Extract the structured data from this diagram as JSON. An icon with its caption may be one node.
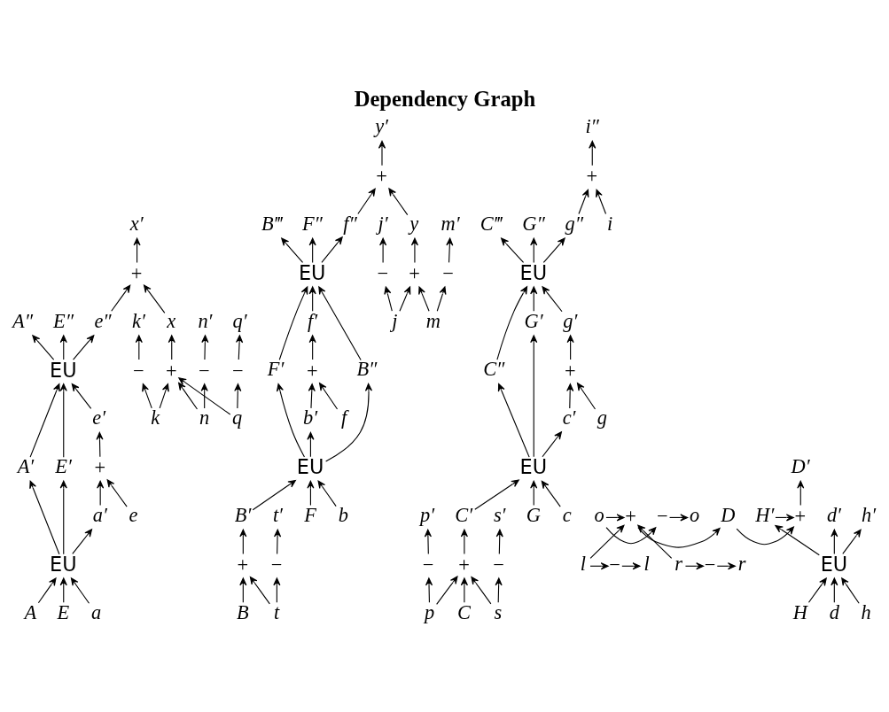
{
  "diagram": {
    "title": "Dependency Graph",
    "nodes": [
      {
        "text": [
          "x′"
        ]
      },
      {
        "text": [
          "y′"
        ]
      },
      {
        "text": [
          "i″"
        ]
      },
      {
        "text": [
          "A″"
        ]
      },
      {
        "text": [
          "E″"
        ]
      },
      {
        "text": [
          "e″"
        ]
      },
      {
        "text": [
          "+"
        ]
      },
      {
        "text": [
          "B‴"
        ]
      },
      {
        "text": [
          "F″"
        ]
      },
      {
        "text": [
          "f″"
        ]
      },
      {
        "text": [
          "+"
        ]
      },
      {
        "text": [
          "C‴"
        ]
      },
      {
        "text": [
          "G″"
        ]
      },
      {
        "text": [
          "g″"
        ]
      },
      {
        "text": [
          "+"
        ]
      },
      {
        "text": [
          "EU"
        ]
      },
      {
        "text": [
          "e′"
        ]
      },
      {
        "text": [
          "EU"
        ]
      },
      {
        "text": [
          "f′"
        ]
      },
      {
        "text": [
          "EU"
        ]
      },
      {
        "text": [
          "g′"
        ]
      },
      {
        "text": [
          "A′"
        ]
      },
      {
        "text": [
          "E′"
        ]
      },
      {
        "text": [
          "a′"
        ]
      },
      {
        "text": [
          "+"
        ]
      },
      {
        "text": [
          "B″"
        ]
      },
      {
        "text": [
          "F′"
        ]
      },
      {
        "text": [
          "b′"
        ]
      },
      {
        "text": [
          "+"
        ]
      },
      {
        "text": [
          "C″"
        ]
      },
      {
        "text": [
          "G′"
        ]
      },
      {
        "text": [
          "c′"
        ]
      },
      {
        "text": [
          "+"
        ]
      },
      {
        "text": [
          "EU"
        ]
      },
      {
        "text": [
          "x"
        ]
      },
      {
        "text": [
          "EU"
        ]
      },
      {
        "text": [
          "y"
        ]
      },
      {
        "text": [
          "EU"
        ]
      },
      {
        "text": [
          "A"
        ]
      },
      {
        "text": [
          "E"
        ]
      },
      {
        "text": [
          "a"
        ]
      },
      {
        "text": [
          "e"
        ]
      },
      {
        "text": [
          "+"
        ]
      },
      {
        "text": [
          "B′"
        ]
      },
      {
        "text": [
          "F"
        ]
      },
      {
        "text": [
          "b"
        ]
      },
      {
        "text": [
          "f"
        ]
      },
      {
        "text": [
          "+"
        ]
      },
      {
        "text": [
          "C′"
        ]
      },
      {
        "text": [
          "G"
        ]
      },
      {
        "text": [
          "c"
        ]
      },
      {
        "text": [
          "g"
        ]
      },
      {
        "text": [
          "i"
        ]
      },
      {
        "text": [
          "k"
        ]
      },
      {
        "text": [
          "n"
        ]
      },
      {
        "text": [
          "q"
        ]
      },
      {
        "text": [
          "+"
        ]
      },
      {
        "text": [
          "t"
        ]
      },
      {
        "text": [
          "j"
        ]
      },
      {
        "text": [
          "m"
        ]
      },
      {
        "text": [
          "p"
        ]
      },
      {
        "text": [
          "+"
        ]
      },
      {
        "text": [
          "s"
        ]
      },
      {
        "text": [
          "−"
        ]
      },
      {
        "text": [
          "−"
        ]
      },
      {
        "text": [
          "−"
        ]
      },
      {
        "text": [
          "B"
        ]
      },
      {
        "text": [
          "−"
        ]
      },
      {
        "text": [
          "−"
        ]
      },
      {
        "text": [
          "−"
        ]
      },
      {
        "text": [
          "−"
        ]
      },
      {
        "text": [
          "C"
        ]
      },
      {
        "text": [
          "−"
        ]
      },
      {
        "text": [
          "k′"
        ]
      },
      {
        "text": [
          "n′"
        ]
      },
      {
        "text": [
          "q′"
        ]
      },
      {
        "text": [
          "t′"
        ]
      },
      {
        "text": [
          "j′"
        ]
      },
      {
        "text": [
          "m′"
        ]
      },
      {
        "text": [
          "p′"
        ]
      },
      {
        "text": [
          "s′"
        ]
      },
      {
        "text": [
          "l"
        ]
      },
      {
        "text": [
          "−"
        ]
      },
      {
        "text": [
          "l"
        ]
      },
      {
        "text": [
          "D′"
        ]
      },
      {
        "text": [
          "o"
        ]
      },
      {
        "text": [
          "−"
        ]
      },
      {
        "text": [
          "o"
        ]
      },
      {
        "text": [
          "+"
        ]
      },
      {
        "text": [
          "D"
        ]
      },
      {
        "text": [
          "+"
        ]
      },
      {
        "text": [
          "H′"
        ]
      },
      {
        "text": [
          "d′"
        ]
      },
      {
        "text": [
          "h′"
        ]
      },
      {
        "text": [
          "r"
        ]
      },
      {
        "text": [
          "−"
        ]
      },
      {
        "text": [
          "r"
        ]
      },
      {
        "text": [
          "EU"
        ]
      },
      {
        "text": [
          "H"
        ]
      },
      {
        "text": [
          "d"
        ]
      },
      {
        "text": [
          "h"
        ]
      }
    ],
    "edges": [
      {
        "from": 38,
        "to": 33,
        "arrow": "to"
      },
      {
        "from": 39,
        "to": 33,
        "arrow": "to"
      },
      {
        "from": 40,
        "to": 33,
        "arrow": "to"
      },
      {
        "from": 33,
        "to": 21,
        "arrow": "to"
      },
      {
        "from": 33,
        "to": 22,
        "arrow": "to"
      },
      {
        "from": 33,
        "to": 23,
        "arrow": "to"
      },
      {
        "from": 21,
        "to": 15,
        "arrow": "to"
      },
      {
        "from": 22,
        "to": 15,
        "arrow": "to"
      },
      {
        "from": 16,
        "to": 15,
        "arrow": "to"
      },
      {
        "from": 15,
        "to": 3,
        "arrow": "to"
      },
      {
        "from": 15,
        "to": 4,
        "arrow": "to"
      },
      {
        "from": 15,
        "to": 5,
        "arrow": "to"
      },
      {
        "from": 23,
        "to": 24,
        "arrow": "to"
      },
      {
        "from": 41,
        "to": 24,
        "arrow": "to"
      },
      {
        "from": 24,
        "to": 16,
        "arrow": "to"
      },
      {
        "from": 5,
        "to": 6,
        "arrow": "to"
      },
      {
        "from": 34,
        "to": 6,
        "arrow": "to"
      },
      {
        "from": 6,
        "to": 0,
        "arrow": "to"
      },
      {
        "from": 53,
        "to": 42,
        "arrow": "to"
      },
      {
        "from": 54,
        "to": 42,
        "arrow": "to"
      },
      {
        "from": 55,
        "to": 42,
        "arrow": "to"
      },
      {
        "from": 42,
        "to": 34,
        "arrow": "to"
      },
      {
        "from": 53,
        "to": 63,
        "arrow": "to"
      },
      {
        "from": 63,
        "to": 73,
        "arrow": "to"
      },
      {
        "from": 54,
        "to": 64,
        "arrow": "to"
      },
      {
        "from": 64,
        "to": 74,
        "arrow": "to"
      },
      {
        "from": 55,
        "to": 65,
        "arrow": "to"
      },
      {
        "from": 65,
        "to": 75,
        "arrow": "to"
      },
      {
        "from": 43,
        "to": 35,
        "arrow": "to"
      },
      {
        "from": 44,
        "to": 35,
        "arrow": "to"
      },
      {
        "from": 45,
        "to": 35,
        "arrow": "to"
      },
      {
        "from": 35,
        "to": 25,
        "arrow": "to"
      },
      {
        "from": 35,
        "to": 26,
        "arrow": "to"
      },
      {
        "from": 35,
        "to": 27,
        "arrow": "to"
      },
      {
        "from": 25,
        "to": 17,
        "arrow": "to"
      },
      {
        "from": 26,
        "to": 17,
        "arrow": "to"
      },
      {
        "from": 18,
        "to": 17,
        "arrow": "to"
      },
      {
        "from": 17,
        "to": 7,
        "arrow": "to"
      },
      {
        "from": 17,
        "to": 8,
        "arrow": "to"
      },
      {
        "from": 17,
        "to": 9,
        "arrow": "to"
      },
      {
        "from": 27,
        "to": 28,
        "arrow": "to"
      },
      {
        "from": 46,
        "to": 28,
        "arrow": "to"
      },
      {
        "from": 28,
        "to": 18,
        "arrow": "to"
      },
      {
        "from": 9,
        "to": 10,
        "arrow": "to"
      },
      {
        "from": 36,
        "to": 10,
        "arrow": "to"
      },
      {
        "from": 10,
        "to": 1,
        "arrow": "to"
      },
      {
        "from": 58,
        "to": 47,
        "arrow": "to"
      },
      {
        "from": 59,
        "to": 47,
        "arrow": "to"
      },
      {
        "from": 47,
        "to": 36,
        "arrow": "to"
      },
      {
        "from": 66,
        "to": 56,
        "arrow": "to"
      },
      {
        "from": 57,
        "to": 56,
        "arrow": "to"
      },
      {
        "from": 56,
        "to": 43,
        "arrow": "to"
      },
      {
        "from": 57,
        "to": 67,
        "arrow": "to"
      },
      {
        "from": 67,
        "to": 76,
        "arrow": "to"
      },
      {
        "from": 58,
        "to": 68,
        "arrow": "to"
      },
      {
        "from": 68,
        "to": 77,
        "arrow": "to"
      },
      {
        "from": 59,
        "to": 69,
        "arrow": "to"
      },
      {
        "from": 69,
        "to": 78,
        "arrow": "to"
      },
      {
        "from": 48,
        "to": 37,
        "arrow": "to"
      },
      {
        "from": 49,
        "to": 37,
        "arrow": "to"
      },
      {
        "from": 50,
        "to": 37,
        "arrow": "to"
      },
      {
        "from": 37,
        "to": 29,
        "arrow": "to"
      },
      {
        "from": 37,
        "to": 30,
        "arrow": "to"
      },
      {
        "from": 37,
        "to": 31,
        "arrow": "to"
      },
      {
        "from": 29,
        "to": 19,
        "arrow": "to"
      },
      {
        "from": 30,
        "to": 19,
        "arrow": "to"
      },
      {
        "from": 20,
        "to": 19,
        "arrow": "to"
      },
      {
        "from": 19,
        "to": 11,
        "arrow": "to"
      },
      {
        "from": 19,
        "to": 12,
        "arrow": "to"
      },
      {
        "from": 19,
        "to": 13,
        "arrow": "to"
      },
      {
        "from": 31,
        "to": 32,
        "arrow": "to"
      },
      {
        "from": 51,
        "to": 32,
        "arrow": "to"
      },
      {
        "from": 32,
        "to": 20,
        "arrow": "to"
      },
      {
        "from": 13,
        "to": 14,
        "arrow": "to"
      },
      {
        "from": 52,
        "to": 14,
        "arrow": "to"
      },
      {
        "from": 14,
        "to": 2,
        "arrow": "to"
      },
      {
        "from": 60,
        "to": 61,
        "arrow": "to"
      },
      {
        "from": 71,
        "to": 61,
        "arrow": "to"
      },
      {
        "from": 62,
        "to": 61,
        "arrow": "to"
      },
      {
        "from": 61,
        "to": 48,
        "arrow": "to"
      },
      {
        "from": 60,
        "to": 70,
        "arrow": "to"
      },
      {
        "from": 70,
        "to": 79,
        "arrow": "to"
      },
      {
        "from": 62,
        "to": 72,
        "arrow": "to"
      },
      {
        "from": 72,
        "to": 80,
        "arrow": "to"
      },
      {
        "from": 83,
        "to": 82,
        "arrow": "to"
      },
      {
        "from": 82,
        "to": 81,
        "arrow": "to"
      },
      {
        "from": 87,
        "to": 86,
        "arrow": "to"
      },
      {
        "from": 86,
        "to": 85,
        "arrow": "to"
      },
      {
        "from": 96,
        "to": 95,
        "arrow": "to"
      },
      {
        "from": 95,
        "to": 94,
        "arrow": "to"
      },
      {
        "from": 83,
        "to": 88,
        "arrow": "to"
      },
      {
        "from": 87,
        "to": 88,
        "arrow": "to"
      },
      {
        "from": 96,
        "to": 88,
        "arrow": "to"
      },
      {
        "from": 88,
        "to": 89,
        "arrow": "to"
      },
      {
        "from": 89,
        "to": 90,
        "arrow": "to"
      },
      {
        "from": 91,
        "to": 90,
        "arrow": "to"
      },
      {
        "from": 90,
        "to": 84,
        "arrow": "to"
      },
      {
        "from": 97,
        "to": 91,
        "arrow": "to"
      },
      {
        "from": 97,
        "to": 92,
        "arrow": "to"
      },
      {
        "from": 97,
        "to": 93,
        "arrow": "to"
      },
      {
        "from": 98,
        "to": 97,
        "arrow": "to"
      },
      {
        "from": 99,
        "to": 97,
        "arrow": "to"
      },
      {
        "from": 100,
        "to": 97,
        "arrow": "to"
      }
    ]
  }
}
